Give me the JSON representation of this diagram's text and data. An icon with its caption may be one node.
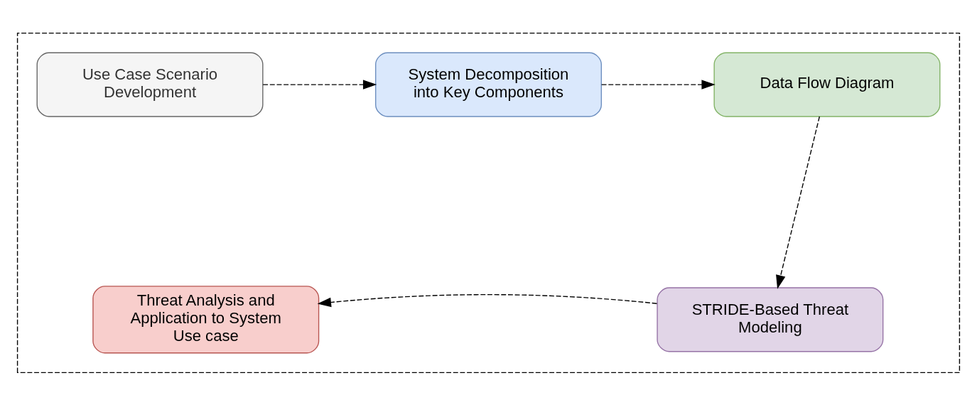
{
  "diagram": {
    "nodes": [
      {
        "text": [],
        "shape": "box"
      },
      {
        "text": [
          "Use Case Scenario Development"
        ],
        "in": 0
      },
      {
        "text": [
          "System Decomposition into Key Components"
        ],
        "in": 0
      },
      {
        "text": [
          "Data Flow Diagram"
        ],
        "in": 0
      },
      {
        "text": [
          "STRIDE-Based Threat Modeling"
        ],
        "in": 0
      },
      {
        "text": [
          "Threat Analysis and Application to System Use case"
        ],
        "in": 0
      }
    ],
    "edges": [
      {
        "from": 1,
        "to": 2,
        "arrow": "to",
        "style": "dashed"
      },
      {
        "from": 2,
        "to": 3,
        "arrow": "to",
        "style": "dashed"
      },
      {
        "from": 3,
        "to": 4,
        "arrow": "to",
        "style": "dashed"
      },
      {
        "from": 4,
        "to": 5,
        "arrow": "to",
        "style": "dashed"
      }
    ]
  }
}
